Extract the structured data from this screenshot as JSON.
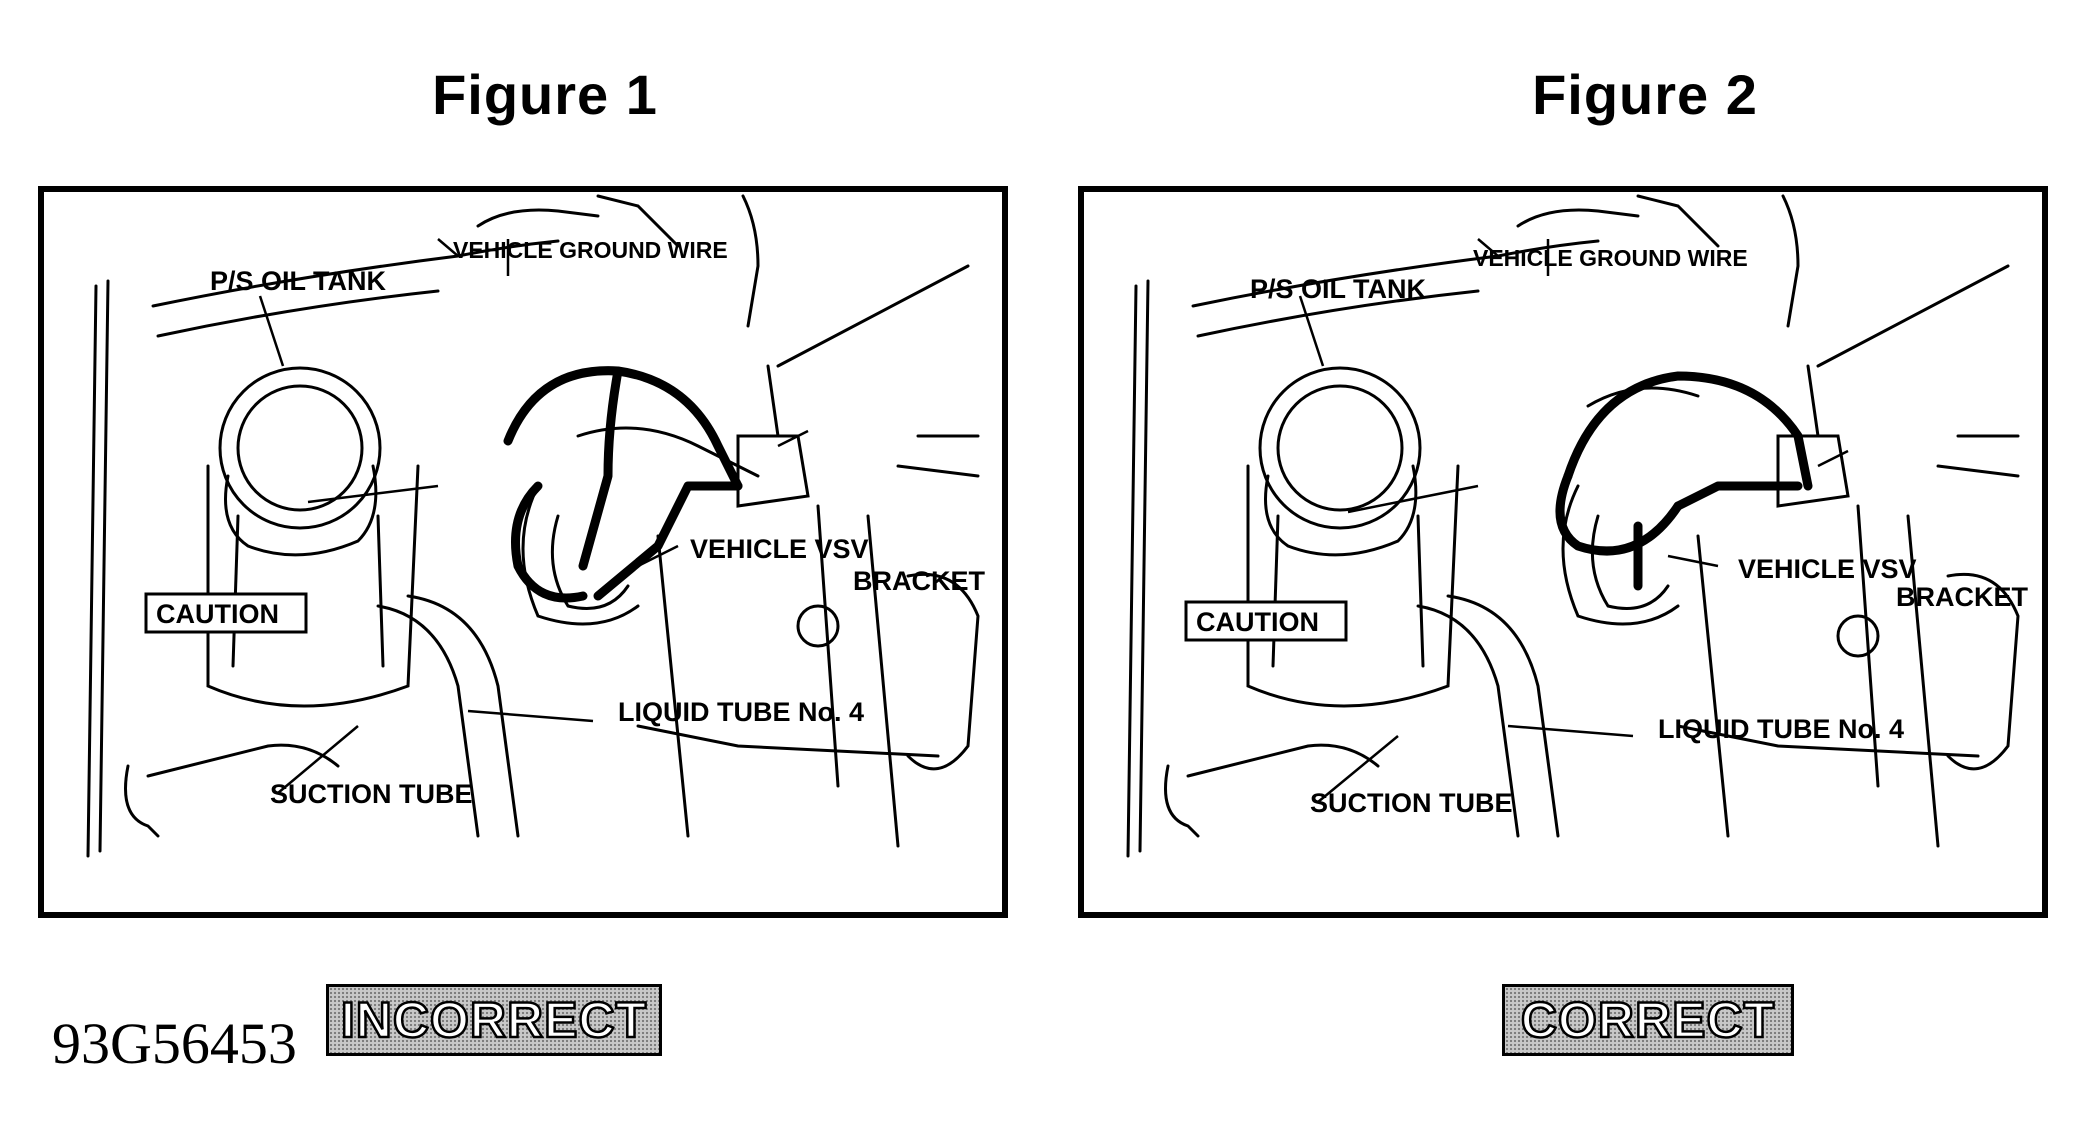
{
  "figures": [
    {
      "title": "Figure 1",
      "labels": {
        "ps_oil_tank": "P/S OIL TANK",
        "vehicle_ground_wire": "VEHICLE GROUND WIRE",
        "vehicle_vsv": "VEHICLE VSV",
        "bracket": "BRACKET",
        "caution": "CAUTION",
        "liquid_tube": "LIQUID TUBE No. 4",
        "suction_tube": "SUCTION TUBE"
      },
      "verdict": "INCORRECT"
    },
    {
      "title": "Figure 2",
      "labels": {
        "ps_oil_tank": "P/S OIL TANK",
        "vehicle_ground_wire": "VEHICLE GROUND WIRE",
        "vehicle_vsv": "VEHICLE VSV",
        "bracket": "BRACKET",
        "caution": "CAUTION",
        "liquid_tube": "LIQUID TUBE No. 4",
        "suction_tube": "SUCTION TUBE"
      },
      "verdict": "CORRECT"
    }
  ],
  "reference_code": "93G56453"
}
